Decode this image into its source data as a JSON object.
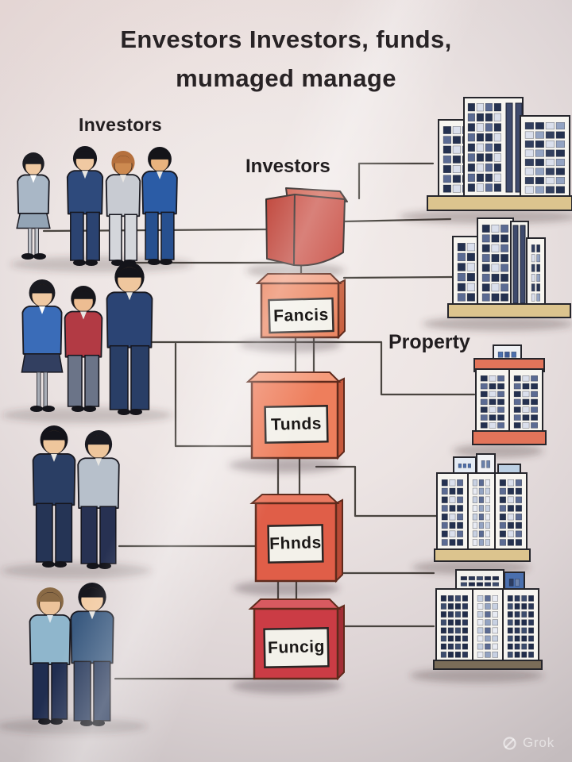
{
  "title": {
    "line1": "Envestors Investors, funds,",
    "line2": "mumaged manage"
  },
  "labels": {
    "investors_left": "Investors",
    "investors_mid": "Investors",
    "property": "Property"
  },
  "fund_boxes": [
    {
      "label": "Fancis"
    },
    {
      "label": "Tunds"
    },
    {
      "label": "Fhnds"
    },
    {
      "label": "Funcig"
    }
  ],
  "watermark": {
    "text": "Grok",
    "icon": "grok-circle-slash-icon"
  },
  "scene_summary": {
    "people_groups": 4,
    "fund_boxes": 4,
    "buildings": 5
  },
  "palette": {
    "connector": "#3b3631",
    "funnel_red": "#c84b40",
    "box1_orange": "#ec8560",
    "box2_orange": "#ee7e5c",
    "box3_red_orange": "#e05e48",
    "box4_red": "#cb3c45",
    "panel_white": "#f3f1ea",
    "building_wall": "#f7f5f0",
    "building_base_tan": "#dcc48e",
    "building_salmon": "#e2745a",
    "window_dark": "#243150",
    "title_text": "#282325"
  }
}
